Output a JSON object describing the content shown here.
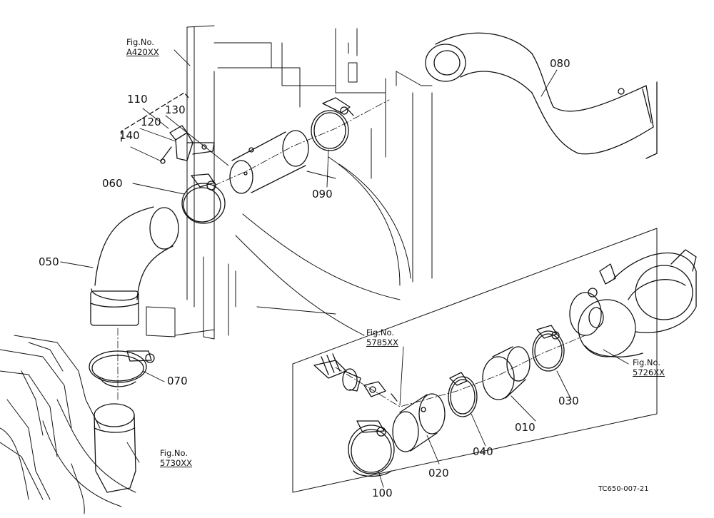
{
  "parts": [
    {
      "id": "p110",
      "number": "110"
    },
    {
      "id": "p130",
      "number": "130"
    },
    {
      "id": "p120",
      "number": "120"
    },
    {
      "id": "p140",
      "number": "140"
    },
    {
      "id": "p060",
      "number": "060"
    },
    {
      "id": "p090",
      "number": "090"
    },
    {
      "id": "p080",
      "number": "080"
    },
    {
      "id": "p050",
      "number": "050"
    },
    {
      "id": "p070",
      "number": "070"
    },
    {
      "id": "p010",
      "number": "010"
    },
    {
      "id": "p020",
      "number": "020"
    },
    {
      "id": "p030",
      "number": "030"
    },
    {
      "id": "p040",
      "number": "040"
    },
    {
      "id": "p100",
      "number": "100"
    }
  ],
  "figure_refs": [
    {
      "id": "fA420",
      "caption": "Fig.No.",
      "ref": "A420XX"
    },
    {
      "id": "f5785",
      "caption": "Fig.No.",
      "ref": "5785XX"
    },
    {
      "id": "f5726",
      "caption": "Fig.No.",
      "ref": "5726XX"
    },
    {
      "id": "f5730",
      "caption": "Fig.No.",
      "ref": "5730XX"
    }
  ],
  "drawing_code": "TC650-007-21"
}
